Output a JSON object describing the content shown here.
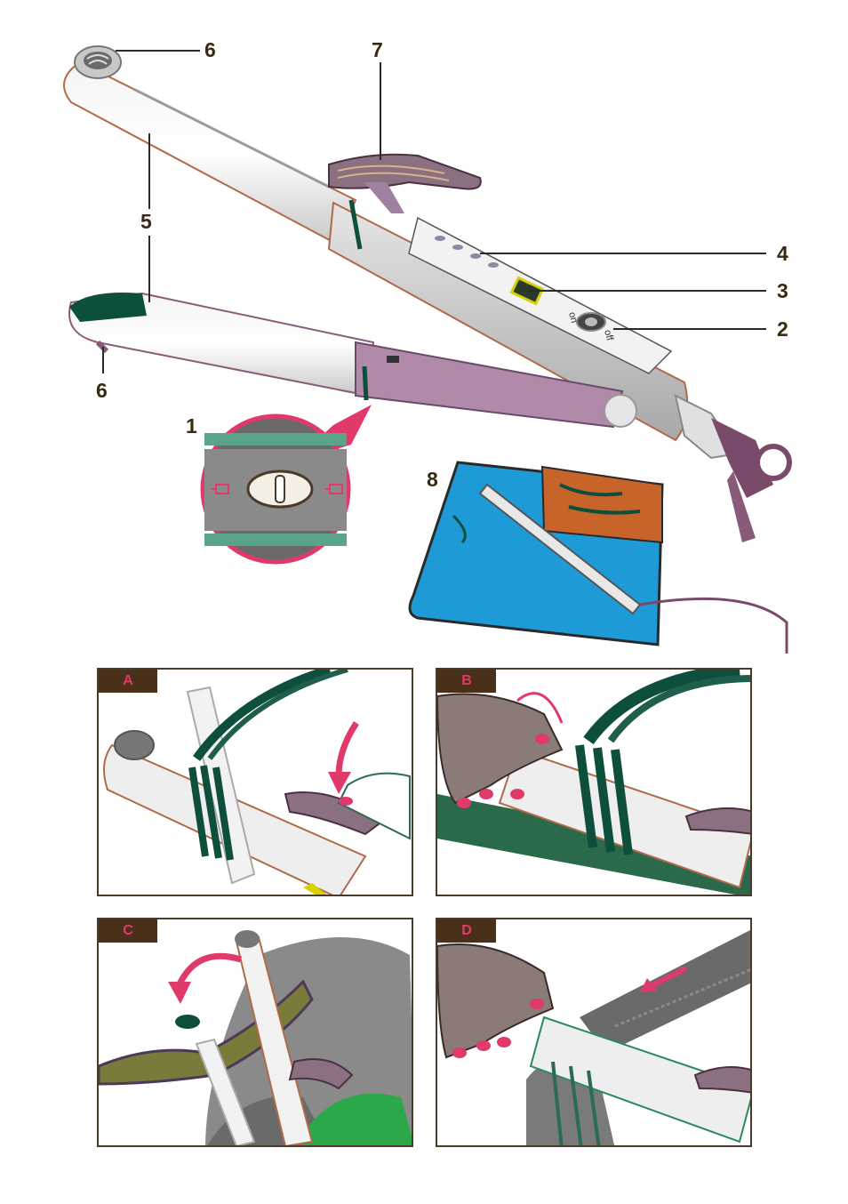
{
  "callouts": {
    "n1": "1",
    "n2": "2",
    "n3": "3",
    "n4": "4",
    "n5": "5",
    "n6": "6",
    "n7": "7",
    "n8": "8"
  },
  "device_labels": {
    "on": "on",
    "off": "off"
  },
  "panels": {
    "a": "A",
    "b": "B",
    "c": "C",
    "d": "D"
  },
  "colors": {
    "label_brown": "#3a2a12",
    "accent_pink": "#e03a6a",
    "device_grey": "#dcdcdc",
    "barrel_green": "#0e4e3c",
    "trim_purple": "#8a5a7a",
    "mat_blue": "#1e9ad6",
    "pocket_orange": "#c8642a"
  }
}
